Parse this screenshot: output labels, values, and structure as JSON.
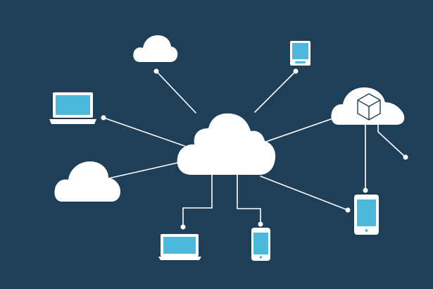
{
  "colors": {
    "background": "#1f3f58",
    "cloud": "#ffffff",
    "screen": "#4cb8dc",
    "connector": "#ffffff",
    "device_frame": "#ffffff"
  },
  "diagram": {
    "central_node": "cloud",
    "nodes": [
      {
        "name": "cloud-top",
        "icon": "cloud-icon"
      },
      {
        "name": "cloud-left",
        "icon": "cloud-icon"
      },
      {
        "name": "cloud-storage",
        "icon": "cloud-cube-icon"
      },
      {
        "name": "laptop-left",
        "icon": "laptop-icon"
      },
      {
        "name": "tablet-top",
        "icon": "tablet-icon"
      },
      {
        "name": "laptop-bottom",
        "icon": "laptop-icon"
      },
      {
        "name": "phone-bottom",
        "icon": "phone-icon"
      },
      {
        "name": "phone-right",
        "icon": "phone-icon"
      }
    ]
  }
}
